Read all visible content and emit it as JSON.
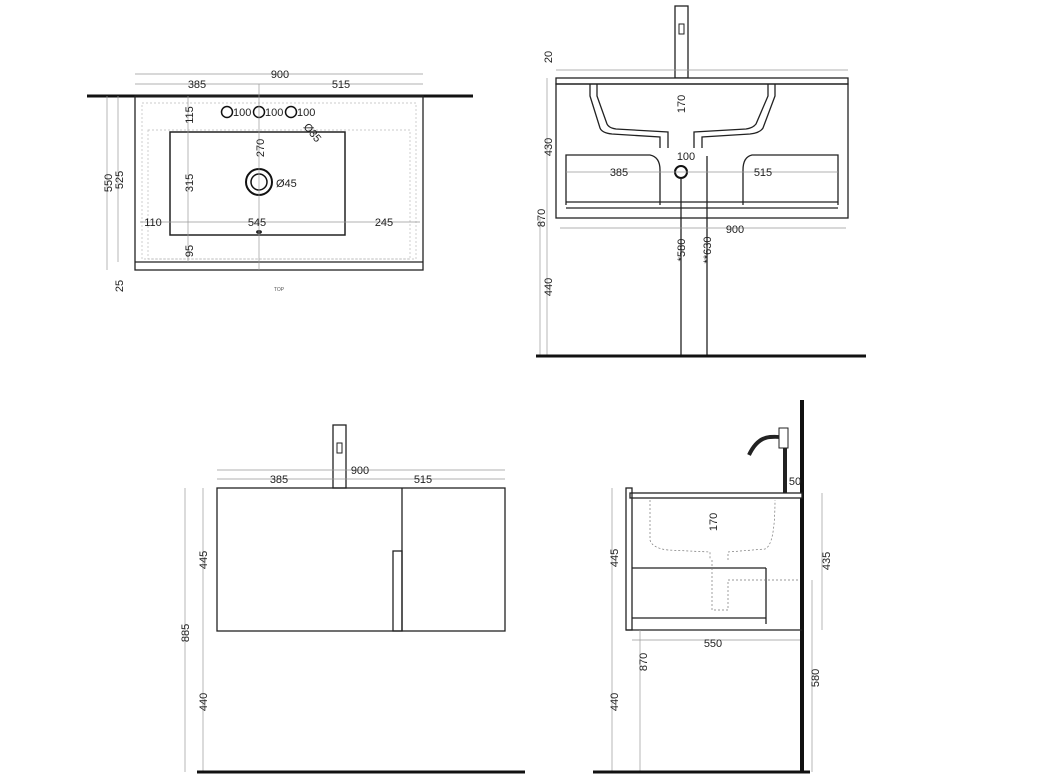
{
  "top_view": {
    "title": "TOP",
    "dims": {
      "width": "900",
      "left": "385",
      "right": "515",
      "depth_total": "550",
      "depth": "525",
      "front_strip": "25",
      "tap_to_basin": "115",
      "basin_center": "270",
      "basin_depth": "315",
      "basin_front": "95",
      "basin_left": "110",
      "basin_width": "545",
      "basin_right": "245",
      "drain": "Ø45",
      "tap_spacing_1": "100",
      "tap_spacing_2": "100",
      "tap_spacing_3": "100",
      "tap_hole": "Ø35"
    }
  },
  "front_section": {
    "dims": {
      "top": "20",
      "upper": "430",
      "total": "870",
      "lower": "440",
      "basin_depth": "170",
      "left": "385",
      "right": "515",
      "width": "900",
      "pipe_1": "*580",
      "pipe_2": "**630",
      "spacing": "100"
    }
  },
  "front_view": {
    "dims": {
      "width": "900",
      "left": "385",
      "right": "515",
      "total": "885",
      "cabinet": "445",
      "floor": "440"
    }
  },
  "side_view": {
    "dims": {
      "offset": "50",
      "basin_depth": "170",
      "cabinet": "445",
      "wall": "435",
      "depth": "550",
      "total": "870",
      "pipe": "580",
      "floor": "440"
    }
  }
}
